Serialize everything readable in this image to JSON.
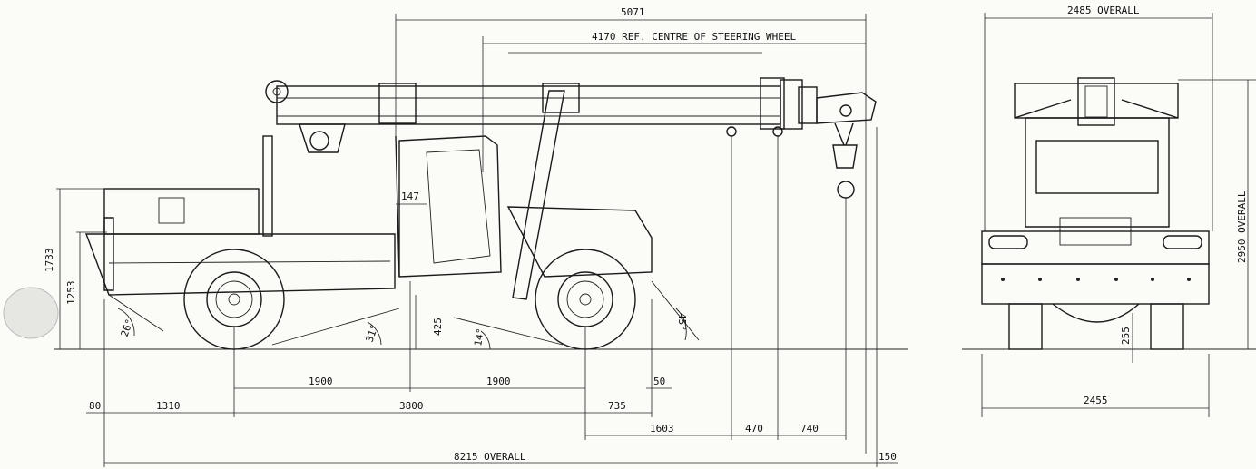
{
  "side_view": {
    "dims": {
      "top_5071": "5071",
      "steering_ref": "4170 REF. CENTRE OF STEERING WHEEL",
      "d147": "147",
      "height_1733": "1733",
      "height_1253": "1253",
      "angle_26": "26°",
      "angle_31": "31°",
      "angle_14": "14°",
      "angle_45": "45°",
      "d425": "425",
      "d1900a": "1900",
      "d1900b": "1900",
      "d50": "50",
      "d80": "80",
      "d1310": "1310",
      "d3800": "3800",
      "d735": "735",
      "d1603": "1603",
      "d470": "470",
      "d740": "740",
      "overall_8215": "8215 OVERALL",
      "d150": "150"
    }
  },
  "front_view": {
    "dims": {
      "width_2485": "2485 OVERALL",
      "height_2950": "2950 OVERALL",
      "d255": "255",
      "width_2455": "2455"
    }
  }
}
